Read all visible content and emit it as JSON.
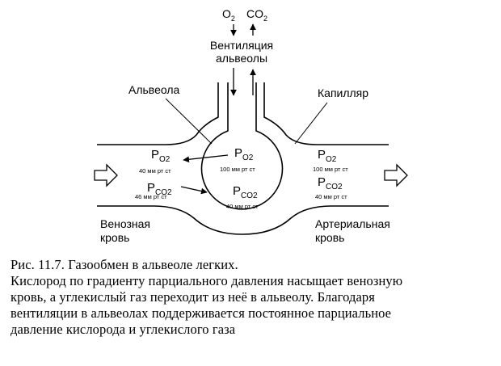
{
  "diagram": {
    "gases_top": {
      "o2_main": "O",
      "o2_sub": "2",
      "co2_main": "CO",
      "co2_sub": "2"
    },
    "ventilation_line1": "Вентиляция",
    "ventilation_line2": "альвеолы",
    "alveolus_label": "Альвеола",
    "capillary_label": "Капилляр",
    "left": {
      "po2_main": "P",
      "po2_sub": "O2",
      "po2_unit": "40 мм рт  ст",
      "pco2_main": "P",
      "pco2_sub": "CO2",
      "pco2_unit": "46 мм рт  ст"
    },
    "center": {
      "po2_main": "P",
      "po2_sub": "O2",
      "po2_unit": "100 мм рт  ст",
      "pco2_main": "P",
      "pco2_sub": "CO2",
      "pco2_unit": "40 мм рт  ст"
    },
    "right": {
      "po2_main": "P",
      "po2_sub": "O2",
      "po2_unit": "100 мм рт  ст",
      "pco2_main": "P",
      "pco2_sub": "CO2",
      "pco2_unit": "40 мм рт  ст"
    },
    "venous_line1": "Венозная",
    "venous_line2": "кровь",
    "arterial_line1": "Артериальная",
    "arterial_line2": "кровь"
  },
  "caption": {
    "line1": "Рис. 11.7.  Газообмен в альвеоле легких.",
    "line2": "Кислород по градиенту парциального давления насыщает венозную",
    "line3": "кровь, а углекислый газ переходит из неё в альвеолу. Благодаря",
    "line4": "вентиляции в альвеолах поддерживается постоянное парциальное",
    "line5": "давление кислорода и углекислого газа"
  }
}
